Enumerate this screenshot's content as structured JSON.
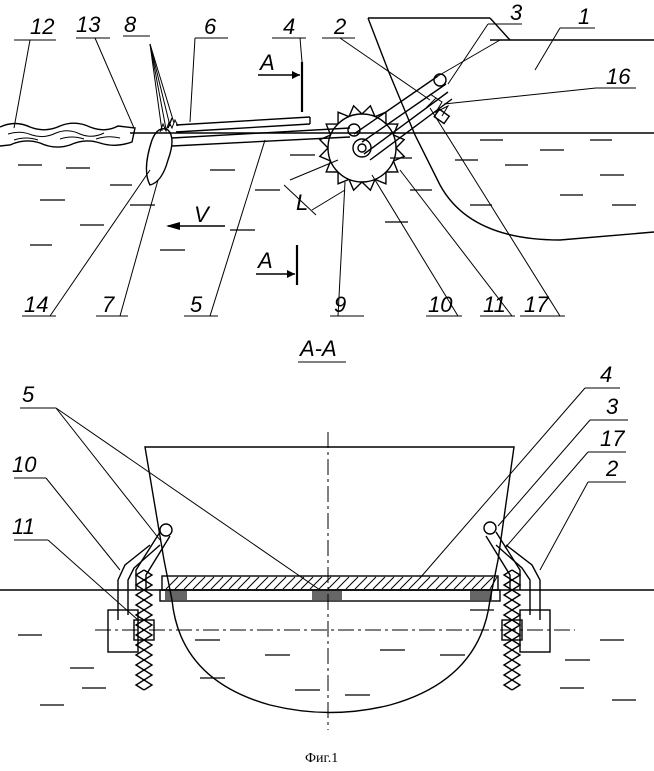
{
  "figure": {
    "caption": "Фиг.1",
    "section_title": "A-A",
    "top_view": {
      "labels": {
        "n1": "1",
        "n2": "2",
        "n3": "3",
        "n4": "4",
        "n5": "5",
        "n6": "6",
        "n7": "7",
        "n8": "8",
        "n9": "9",
        "n10": "10",
        "n11": "11",
        "n12": "12",
        "n13": "13",
        "n14": "14",
        "n16": "16",
        "n17": "17"
      },
      "section_mark_top": "A",
      "section_mark_bottom": "A",
      "velocity": "V",
      "length": "L"
    },
    "section_view": {
      "labels": {
        "n2": "2",
        "n3": "3",
        "n4": "4",
        "n5": "5",
        "n10": "10",
        "n11": "11",
        "n17": "17"
      }
    }
  }
}
